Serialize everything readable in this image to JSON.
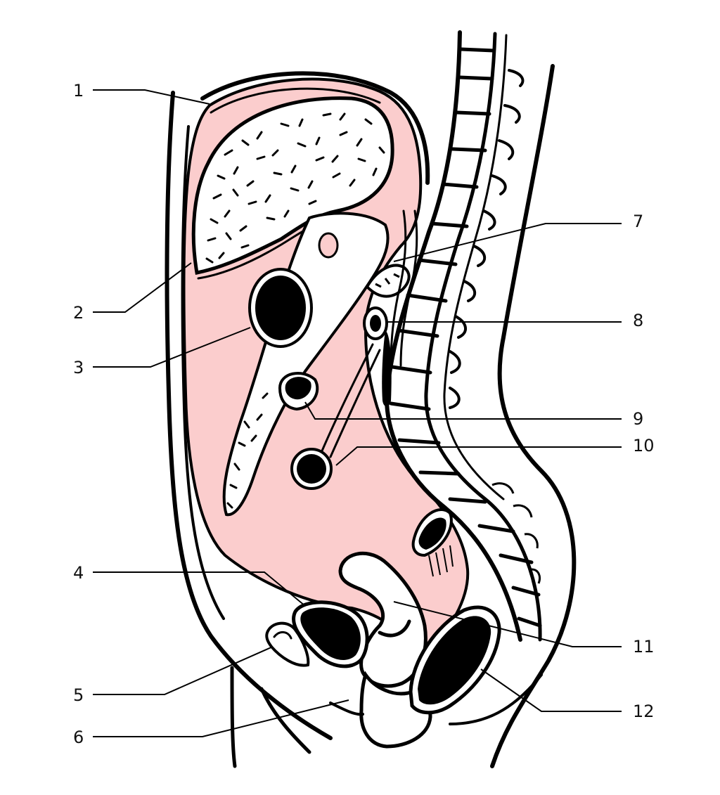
{
  "colors": {
    "peritoneum_fill": "#fbcdcd",
    "ink": "#000000",
    "background": "#ffffff"
  },
  "labels": [
    "1",
    "2",
    "3",
    "4",
    "5",
    "6",
    "7",
    "8",
    "9",
    "10",
    "11",
    "12"
  ]
}
